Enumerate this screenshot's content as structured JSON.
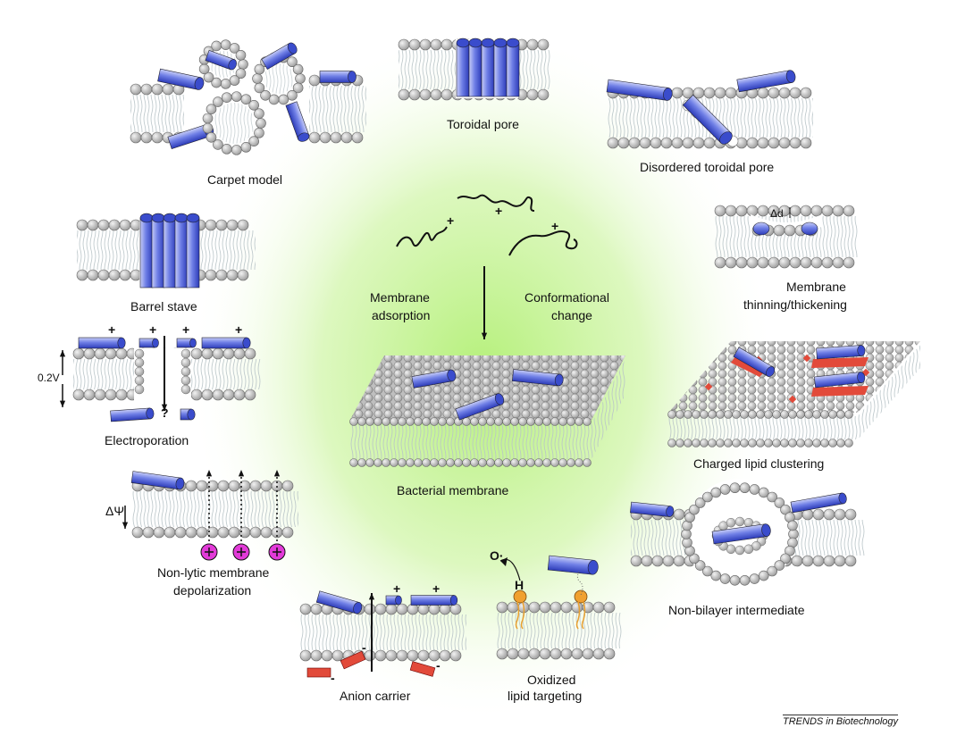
{
  "center": {
    "adsorption": [
      "Membrane",
      "adsorption"
    ],
    "conformational": [
      "Conformational",
      "change"
    ],
    "membrane_label": "Bacterial membrane",
    "charges": [
      "+",
      "+",
      "+"
    ]
  },
  "models": {
    "carpet": "Carpet model",
    "toroidal": "Toroidal pore",
    "disordered": "Disordered toroidal pore",
    "barrel": "Barrel stave",
    "thinning": [
      "Membrane",
      "thinning/thickening"
    ],
    "electroporation": "Electroporation",
    "clustering": "Charged lipid clustering",
    "depolarization": [
      "Non-lytic membrane",
      "depolarization"
    ],
    "nonbilayer": "Non-bilayer intermediate",
    "anion": "Anion carrier",
    "oxidized": [
      "Oxidized",
      "lipid targeting"
    ]
  },
  "symbols": {
    "delta_d": "Δd",
    "voltage": "0.2V",
    "question": "?",
    "delta_psi": "ΔΨ",
    "radical": "O·",
    "hydrogen": "H",
    "plus": "+",
    "minus": "-"
  },
  "colors": {
    "lipid_head": "#c8c8c8",
    "peptide": "#4a5fd8",
    "charge": "#e24a3a",
    "cation": "#e23ad8",
    "glow": "#b5f07a"
  },
  "credit": "TRENDS in Biotechnology"
}
